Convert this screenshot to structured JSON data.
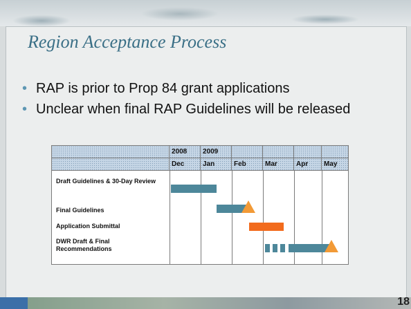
{
  "slide": {
    "title": "Region Acceptance Process",
    "bullets": [
      "RAP is prior to Prop 84 grant applications",
      "Unclear when final RAP Guidelines will be released"
    ],
    "page_number": "18"
  },
  "gantt": {
    "year_labels": [
      "2008",
      "2009"
    ],
    "month_labels": [
      "Dec",
      "Jan",
      "Feb",
      "Mar",
      "Apr",
      "May"
    ],
    "tasks": [
      {
        "label": "Draft Guidelines & 30-Day Review"
      },
      {
        "label": "Final Guidelines"
      },
      {
        "label": "Application Submittal"
      },
      {
        "label": "DWR Draft & Final Recommendations"
      }
    ],
    "colors": {
      "teal": "#4d879a",
      "orange": "#f26b1d",
      "milestone": "#f29a36"
    }
  }
}
